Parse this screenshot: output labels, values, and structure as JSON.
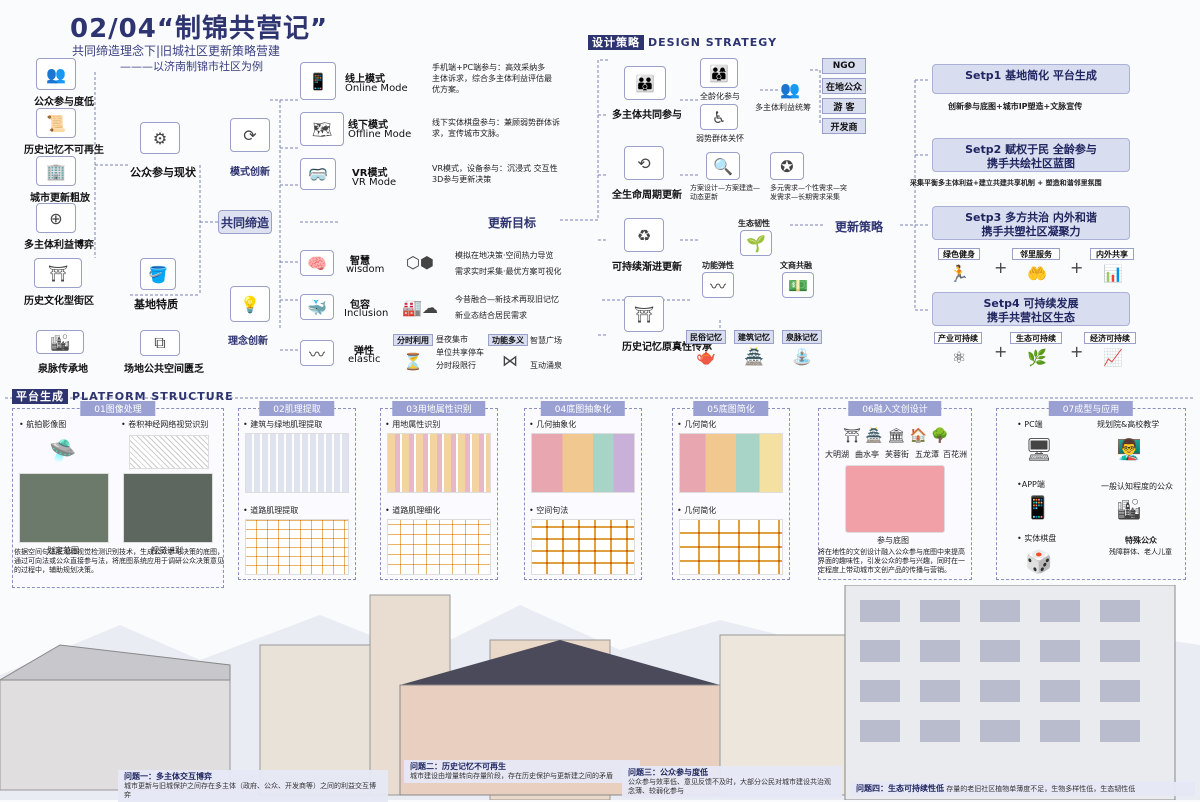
{
  "header": {
    "title_num": "02/04",
    "title_main": "“制锦共营记”",
    "subtitle": "共同缔造理念下|旧城社区更新策略营建",
    "subtitle2": "———以济南制锦市社区为例"
  },
  "left": {
    "issues": [
      "公众参与度低",
      "历史记忆不可再生",
      "城市更新粗放",
      "多主体利益博弈"
    ],
    "public_status": "公众参与现状",
    "base_items": [
      "历史文化型街区",
      "泉脉传承地"
    ],
    "base_feature": "基地特质",
    "venue": "场地公共空间匮乏",
    "cocreate": "共同缔造",
    "update_goal": "更新目标"
  },
  "mode": {
    "title": "模式创新",
    "items": [
      {
        "zh": "线上模式",
        "en": "Online Mode",
        "desc": "手机端+PC端参与：高效采纳多主体诉求，综合多主体利益评估最优方案。"
      },
      {
        "zh": "线下模式",
        "en": "Offline Mode",
        "desc": "线下实体棋盘参与：兼顾弱势群体诉求，宣传城市文脉。"
      },
      {
        "zh": "VR模式",
        "en": "VR Mode",
        "desc": "VR模式，设备参与：沉浸式 交互性 3D参与更新决策"
      }
    ]
  },
  "concept": {
    "title": "理念创新",
    "items": [
      {
        "zh": "智慧",
        "en": "wisdom",
        "d1": "模拟在地决策·空间热力导览",
        "d2": "需求实时采集·最优方案可视化"
      },
      {
        "zh": "包容",
        "en": "Inclusion",
        "d1": "今昔融合—新技术再现旧记忆",
        "d2": "新业态结合居民需求"
      },
      {
        "zh": "弹性",
        "en": "elastic",
        "d1": "分时利用",
        "d2": "昼夜集市",
        "d3": "单位共享停车",
        "d4": "分时段限行",
        "d5": "功能多义",
        "d6": "智慧广场",
        "d7": "互动涌泉"
      }
    ]
  },
  "strategy": {
    "head_tag": "设计策略",
    "head_en": "DESIGN STRATEGY",
    "multi": "多主体共同参与",
    "all_age": "全龄化参与",
    "weak": "弱势群体关怀",
    "stake": "多主体利益统筹",
    "actors": [
      "NGO",
      "在地公众",
      "游 客",
      "开发商"
    ],
    "lifecycle": "全生命周期更新",
    "lc1": "方案设计—方案建造—动态更新",
    "lc2": "多元需求—个性需求—突发需求—长期需求采集",
    "sustain": "可持续渐进更新",
    "eco": "生态韧性",
    "func": "功能弹性",
    "commerce": "文商共融",
    "history": "历史记忆原真性传承",
    "mem": [
      "民俗记忆",
      "建筑记忆",
      "泉脉记忆"
    ],
    "update_strategy": "更新策略"
  },
  "steps": [
    {
      "t1": "Setp1  基地简化  平台生成",
      "t2": "",
      "desc": "创新参与底图+城市IP塑造+文脉宣传"
    },
    {
      "t1": "Setp2  赋权于民  全龄参与",
      "t2": "携手共绘社区蓝图",
      "desc": "采集平衡多主体利益+建立共建共享机制 + 塑造和谐邻里氛围"
    },
    {
      "t1": "Setp3  多方共治  内外和谐",
      "t2": "携手共塑社区凝聚力",
      "desc": "",
      "boxes": [
        "绿色健身",
        "邻里服务",
        "内外共享"
      ]
    },
    {
      "t1": "Setp4  可持续发展",
      "t2": "携手共营社区生态",
      "desc": "",
      "boxes": [
        "产业可持续",
        "生态可持续",
        "经济可持续"
      ]
    }
  ],
  "platform": {
    "head_tag": "平台生成",
    "head_en": "PLATFORM STRUCTURE",
    "panels": [
      {
        "title": "01图像处理",
        "a": "• 航拍影像图",
        "b": "• 卷积神经网络视觉识别",
        "c": "划定范围",
        "d": "视觉识别",
        "desc": "依据空间句法膜潮和视觉检测识别技术，生成公众参与决策的底图，通过可向法或公众直接参与法，将底图系统应用于调研公众决策意见的过程中，辅助规划决策。"
      },
      {
        "title": "02肌理提取",
        "a": "• 建筑与绿地肌理提取",
        "b": "• 道路肌理提取"
      },
      {
        "title": "03用地属性识别",
        "a": "• 用地属性识别",
        "b": "• 道路肌理细化"
      },
      {
        "title": "04底图抽象化",
        "a": "• 几何抽象化",
        "b": "• 空间句法"
      },
      {
        "title": "05底图简化",
        "a": "• 几何简化",
        "b": "• 几何简化"
      },
      {
        "title": "06融入文创设计",
        "icons": [
          "大明湖",
          "曲水亭",
          "芙蓉街",
          "五龙潭",
          "百花洲"
        ],
        "c": "参与底图",
        "desc": "将在地性的文创设计融入公众参与底图中来提高界面的趣味性，引发公众的参与兴趣，同时在一定程度上带动城市文创产品的传播与营销。"
      },
      {
        "title": "07成型与应用",
        "a": "• PC端",
        "b": "•APP端",
        "c": "• 实体棋盘",
        "d": "规划院&高校教学",
        "e": "一般认知程度的公众",
        "f": "特殊公众",
        "g": "残障群体、老人儿童"
      }
    ]
  },
  "problems": [
    {
      "t": "问题一：多主体交互博弈",
      "d": "城市更新与旧城保护之间存在多主体（政府、公众、开发商等）之间的利益交互博弈"
    },
    {
      "t": "问题二：历史记忆不可再生",
      "d": "城市建设由增量转向存量阶段，存在历史保护与更新建之间的矛盾"
    },
    {
      "t": "问题三：公众参与度低",
      "d": "公众参与效率低、意见反馈不及时，大部分公民对城市建设共治观念薄、较弱化参与"
    },
    {
      "t": "问题四：生态可持续性低",
      "d": "存量的老旧社区植物单薄度不足，生物多样性低，生态韧性低"
    }
  ]
}
